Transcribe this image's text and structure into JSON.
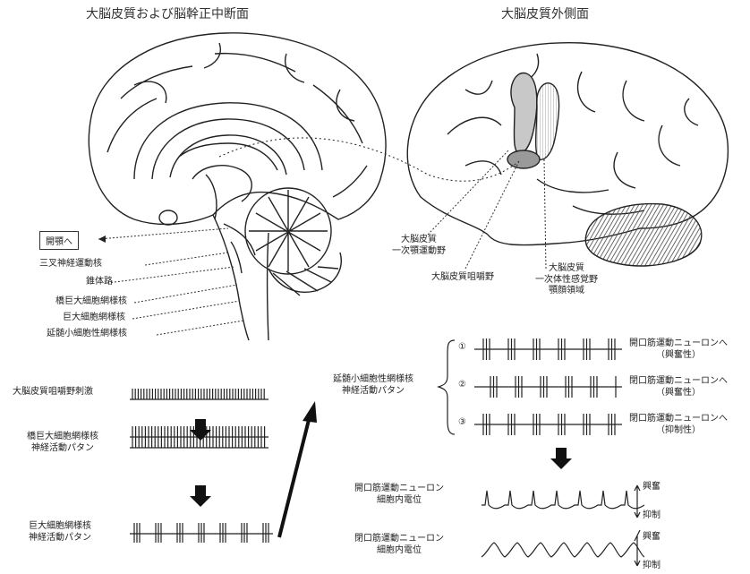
{
  "titles": {
    "left": "大脳皮質および脳幹正中断面",
    "right": "大脳皮質外側面"
  },
  "midsagittal_labels": {
    "box": "開顎へ",
    "trigeminal": "三叉神経運動核",
    "pyramid": "錐体路",
    "pontine": "橋巨大細胞網様核",
    "giant": "巨大細胞網様核",
    "small": "延髄小細胞性網様核"
  },
  "lateral_labels": {
    "primary_motor_line1": "大脳皮質",
    "primary_motor_line2": "一次顎運動野",
    "masticatory": "大脳皮質咀嚼野",
    "sensory_line1": "大脳皮質",
    "sensory_line2": "一次体性感覚野",
    "sensory_line3": "顎顔領域"
  },
  "left_patterns": {
    "stim": "大脳皮質咀嚼野刺激",
    "pontine_line1": "橋巨大細胞網様核",
    "pontine_line2": "神経活動パタン",
    "giant_line1": "巨大細胞網様核",
    "giant_line2": "神経活動パタン"
  },
  "right_patterns": {
    "group_line1": "延髄小細胞性網様核",
    "group_line2": "神経活動パタン",
    "rows": [
      {
        "num": "①",
        "line1": "開口筋運動ニューロンへ",
        "line2": "（興奮性）"
      },
      {
        "num": "②",
        "line1": "閉口筋運動ニューロンへ",
        "line2": "（興奮性）"
      },
      {
        "num": "③",
        "line1": "閉口筋運動ニューロンへ",
        "line2": "（抑制性）"
      }
    ]
  },
  "potentials": {
    "open_line1": "開口筋運動ニューロン",
    "open_line2": "細胞内電位",
    "close_line1": "閉口筋運動ニューロン",
    "close_line2": "細胞内電位",
    "excite": "興奮",
    "inhibit": "抑制"
  }
}
